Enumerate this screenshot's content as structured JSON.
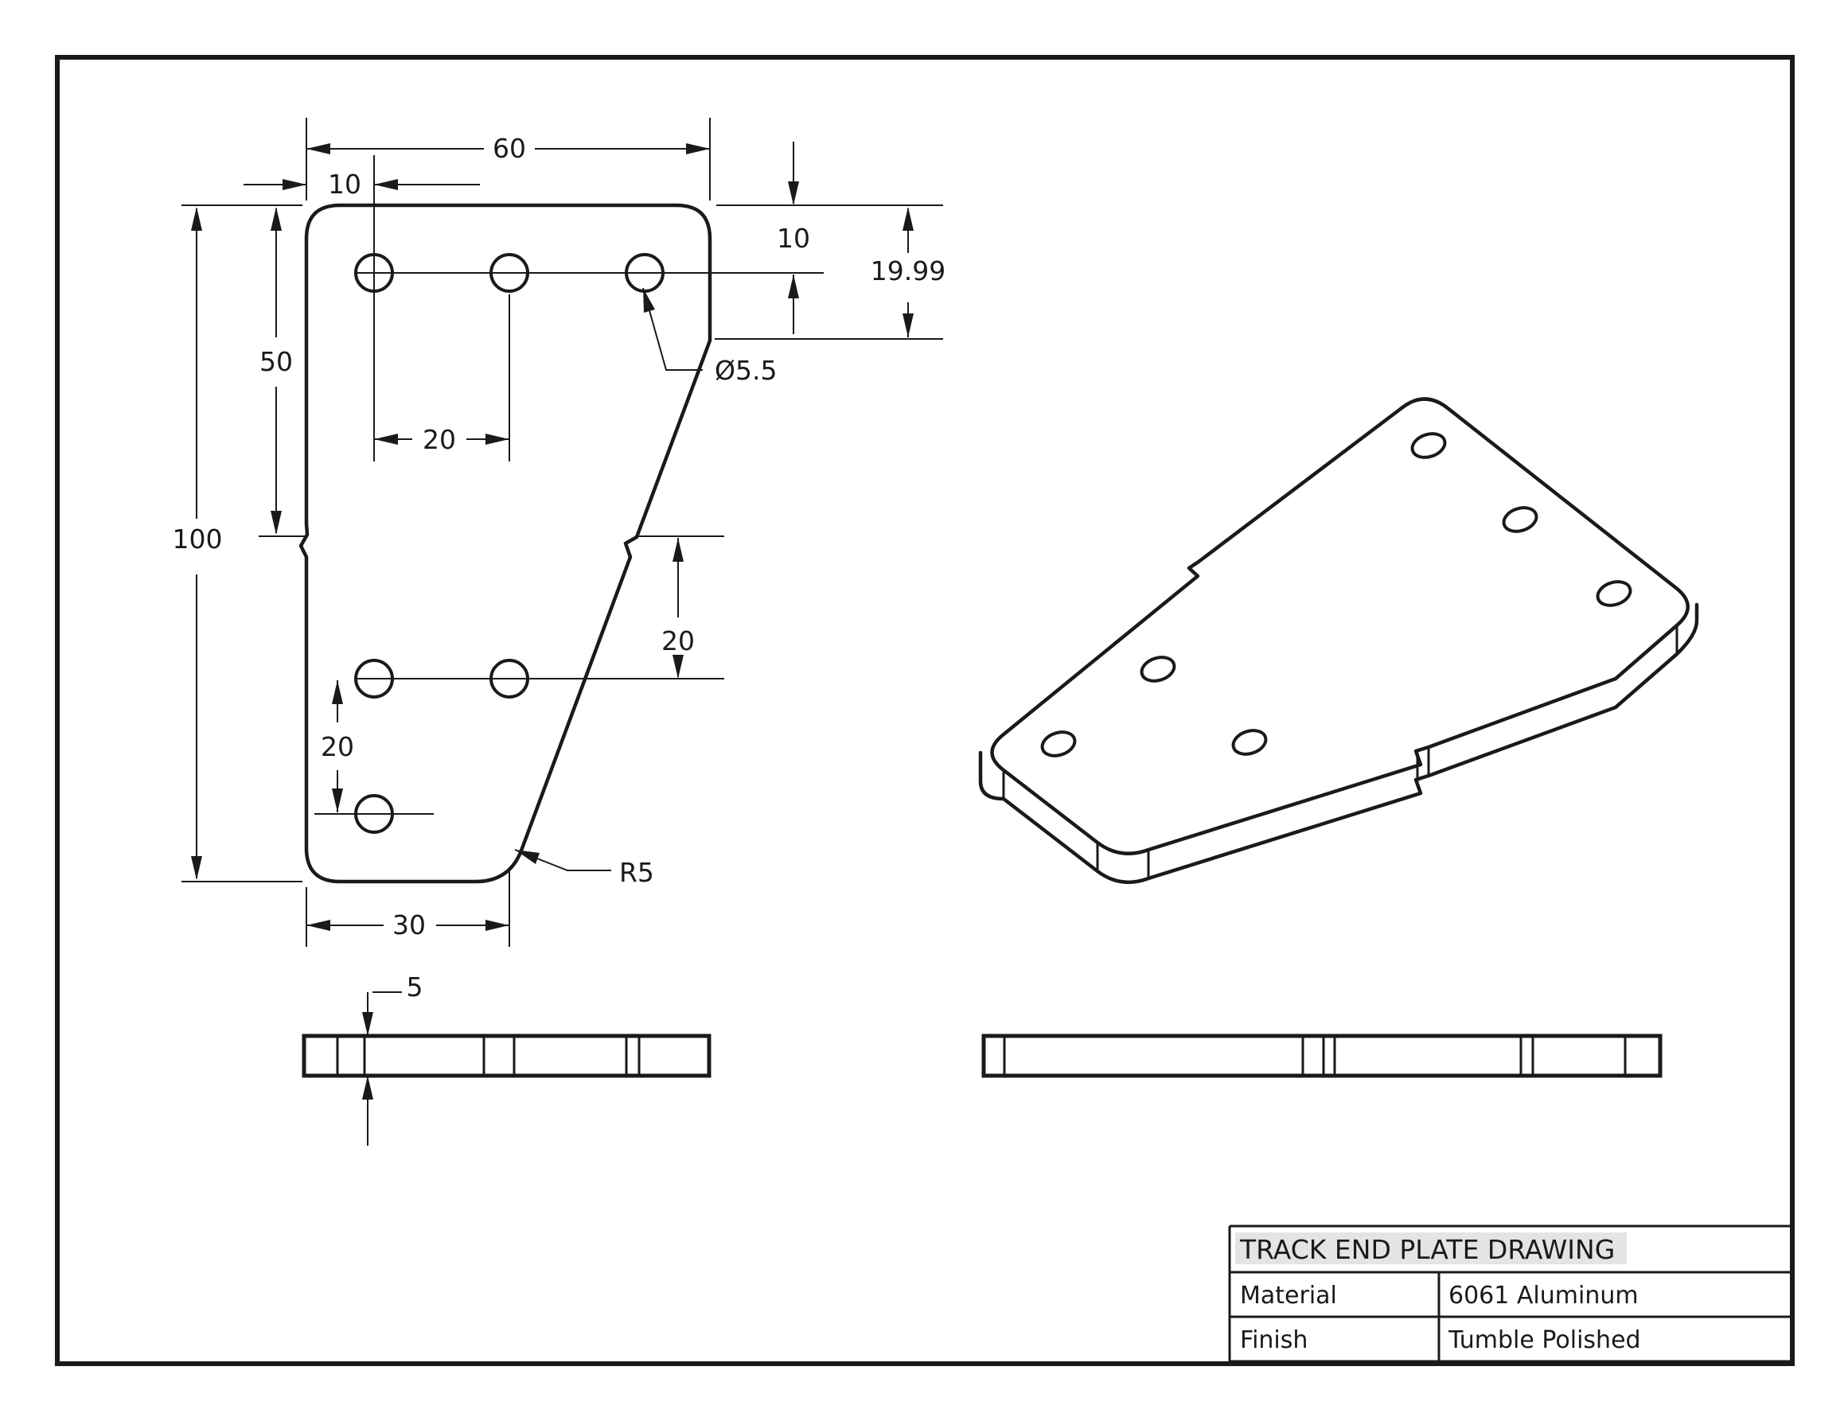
{
  "drawing": {
    "front_view": {
      "dim_width_top": "60",
      "dim_hole_inset": "10",
      "dim_upper_height": "50",
      "dim_total_height": "100",
      "dim_hole_pitch": "20",
      "dim_right_offset": "20",
      "dim_lower_pitch": "20",
      "dim_width_bottom": "30",
      "dim_corner_radius": "R5",
      "dim_hole_diameter": "Ø5.5",
      "dim_top_offset": "10",
      "dim_slant_start": "19.99"
    },
    "section_view": {
      "dim_thickness": "5"
    },
    "title_block": {
      "title": "TRACK END PLATE DRAWING",
      "material_label": "Material",
      "material_value": "6061 Aluminum",
      "finish_label": "Finish",
      "finish_value": "Tumble Polished"
    },
    "colors": {
      "ink": "#1a1a1a",
      "paper": "#ffffff",
      "title_highlight": "#e4e4e4"
    }
  }
}
